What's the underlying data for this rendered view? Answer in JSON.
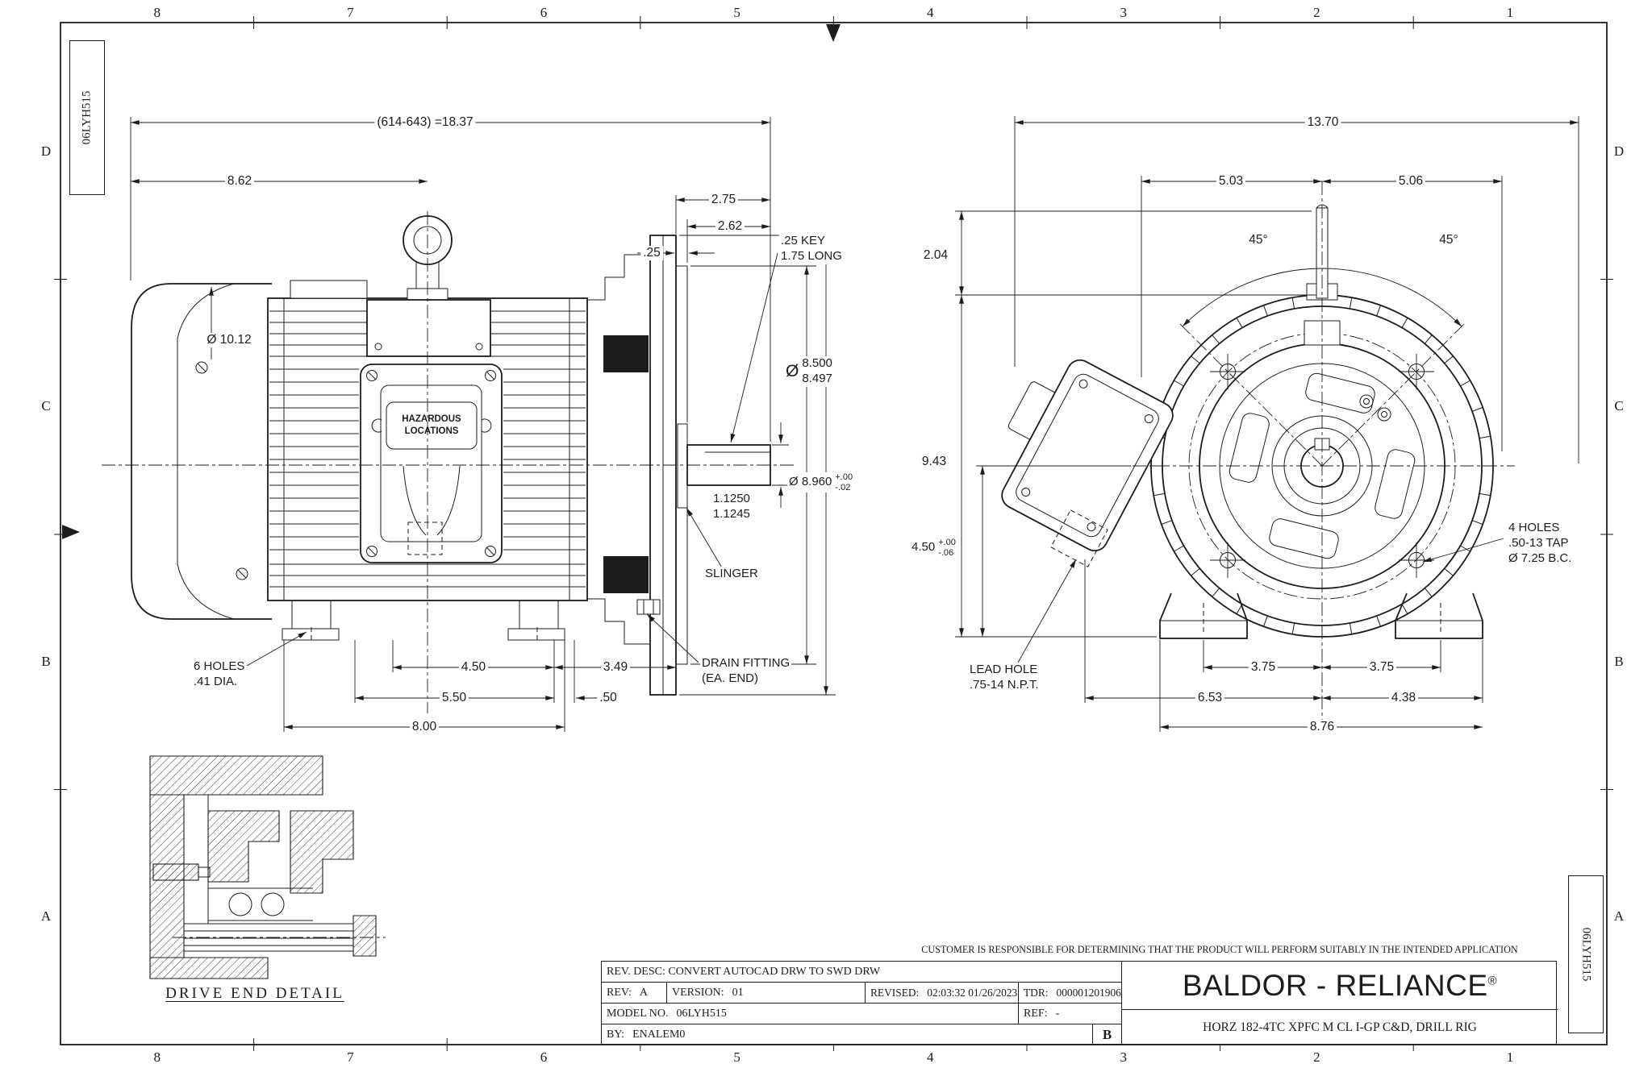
{
  "sheet": {
    "drawing_number": "06LYH515",
    "zones_top": [
      "8",
      "7",
      "6",
      "5",
      "4",
      "3",
      "2",
      "1"
    ],
    "zones_bottom": [
      "8",
      "7",
      "6",
      "5",
      "4",
      "3",
      "2",
      "1"
    ],
    "zones_left": [
      "D",
      "C",
      "B",
      "A"
    ],
    "zones_right": [
      "D",
      "C",
      "B",
      "A"
    ]
  },
  "side_view": {
    "overall_length": "(614-643) =18.37",
    "dim_8_62": "8.62",
    "dim_2_75": "2.75",
    "dim_2_62": "2.62",
    "dim_0_25": ".25",
    "key_note_line1": ".25 KEY",
    "key_note_line2": "1.75 LONG",
    "fan_cover_dia": "Ø 10.12",
    "pilot_dia_sym": "Ø",
    "pilot_dia_upper": "8.500",
    "pilot_dia_lower": "8.497",
    "flange_dia": "Ø 8.960",
    "flange_tol_plus": "+.00",
    "flange_tol_minus": "-.02",
    "shaft_dia_upper": "1.1250",
    "shaft_dia_lower": "1.1245",
    "slinger_label": "SLINGER",
    "box_label_line1": "HAZARDOUS",
    "box_label_line2": "LOCATIONS",
    "feet_holes_line1": "6 HOLES",
    "feet_holes_line2": ".41 DIA.",
    "dim_4_50": "4.50",
    "dim_3_49": "3.49",
    "dim_5_50": "5.50",
    "dim_0_50": ".50",
    "dim_8_00": "8.00",
    "drain_line1": "DRAIN FITTING",
    "drain_line2": "(EA. END)"
  },
  "front_view": {
    "overall_width": "13.70",
    "dim_5_03": "5.03",
    "dim_5_06": "5.06",
    "dim_2_04": "2.04",
    "angle_left": "45°",
    "angle_right": "45°",
    "dim_9_43": "9.43",
    "shaft_height": "4.50",
    "shaft_height_tol_plus": "+.00",
    "shaft_height_tol_minus": "-.06",
    "lead_hole_line1": "LEAD HOLE",
    "lead_hole_line2": ".75-14 N.P.T.",
    "tap_holes_line1": "4 HOLES",
    "tap_holes_line2": ".50-13 TAP",
    "tap_holes_line3": "Ø 7.25 B.C.",
    "dim_3_75_left": "3.75",
    "dim_3_75_right": "3.75",
    "dim_6_53": "6.53",
    "dim_4_38": "4.38",
    "dim_8_76": "8.76"
  },
  "detail_view": {
    "title": "DRIVE END DETAIL"
  },
  "title_block": {
    "disclaimer": "CUSTOMER IS RESPONSIBLE FOR DETERMINING THAT THE PRODUCT WILL PERFORM SUITABLY IN THE INTENDED APPLICATION",
    "rev_desc": "REV. DESC: CONVERT AUTOCAD DRW TO SWD DRW",
    "rev_label": "REV:",
    "rev_value": "A",
    "version_label": "VERSION:",
    "version_value": "01",
    "revised_label": "REVISED:",
    "revised_value": "02:03:32 01/26/2023",
    "tdr_label": "TDR:",
    "tdr_value": "000001201906",
    "model_label": "MODEL NO.",
    "model_value": "06LYH515",
    "ref_label": "REF:",
    "ref_value": "-",
    "by_label": "BY:",
    "by_value": "ENALEM0",
    "brand": "BALDOR - RELIANCE",
    "brand_mark": "®",
    "description": "HORZ 182-4TC XPFC M CL I-GP C&D, DRILL RIG",
    "sheet_size": "B"
  }
}
